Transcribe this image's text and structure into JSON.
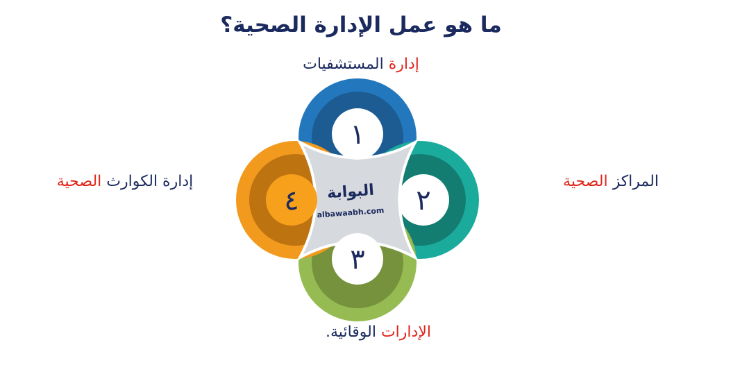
{
  "title": "ما هو عمل الإدارة الصحية؟",
  "items": [
    {
      "number": "١",
      "label_main": "إدارة",
      "label_rest": "المستشفيات",
      "color": "#1f6fae"
    },
    {
      "number": "٢",
      "label_main": "المراكز",
      "label_rest": "الصحية",
      "color": "#19a79a"
    },
    {
      "number": "٣",
      "label_main": "الإدارات",
      "label_rest": "الوقائية.",
      "color": "#8fb04a"
    },
    {
      "number": "٤",
      "label_main": "إدارة الكوارث",
      "label_rest": "الصحية",
      "color": "#f09a1c"
    }
  ],
  "logo": {
    "name": "البوابة",
    "site": "albawaabh.com"
  }
}
